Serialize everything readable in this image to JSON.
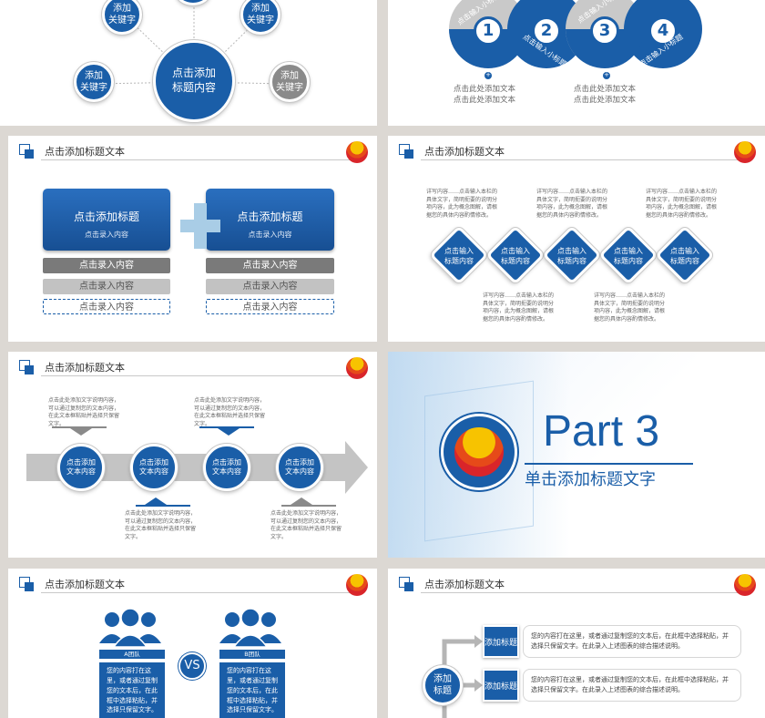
{
  "slide1": {
    "keyword_top_left": "添加\n关键字",
    "keyword_top_right": "添加\n关键字",
    "keyword_left": "添加\n关键字",
    "keyword_right": "添加\n关键字",
    "center": "点击添加\n标题内容"
  },
  "slide2": {
    "steps": [
      "1",
      "2",
      "3",
      "4"
    ],
    "subtitle": "点击输入小标题",
    "subtitle_2": "点击输入小标题",
    "subtitle_3": "点击输入小标题",
    "subtitle_4": "点击输入小标题",
    "caption_left": "点击此处添加文本\n点击此处添加文本",
    "caption_right": "点击此处添加文本\n点击此处添加文本"
  },
  "header_title": "点击添加标题文本",
  "slide3": {
    "card_title": "点击添加标题",
    "card_sub": "点击录入内容",
    "rows": [
      "点击录入内容",
      "点击录入内容",
      "点击录入内容"
    ]
  },
  "slide4": {
    "diamond_label": "点击输入\n标题内容",
    "desc": "详写内容……点击输入本栏的具体文字，简明扼要的说明分项内容，此为概念图解，请根据您的具体内容酌情修改。"
  },
  "slide5": {
    "node_label": "点击添加\n文本内容",
    "desc": "点击此处添加文字说明内容，可以通过复制您的文本内容，在此文本框粘贴并选择只保留文字。"
  },
  "slide6": {
    "part": "Part 3",
    "title": "单击添加标题文字"
  },
  "slide7": {
    "team_a": "A团队",
    "team_b": "B团队",
    "vs": "VS",
    "team_text": "您的内容打在这里，或者通过复制您的文本后，在此框中选择粘贴，并选择只保留文字。"
  },
  "slide8": {
    "hub": "添加\n标题",
    "item_label": "添加标题",
    "item_text": "您的内容打在这里，或者通过复制您的文本后，在此框中选择粘贴，并选择只保留文字。在此录入上述图表的综合描述说明。"
  },
  "colors": {
    "primary": "#1a5ea8",
    "gray": "#8a8a8a",
    "logo_red": "#d9252a",
    "logo_yellow": "#f7c300"
  }
}
